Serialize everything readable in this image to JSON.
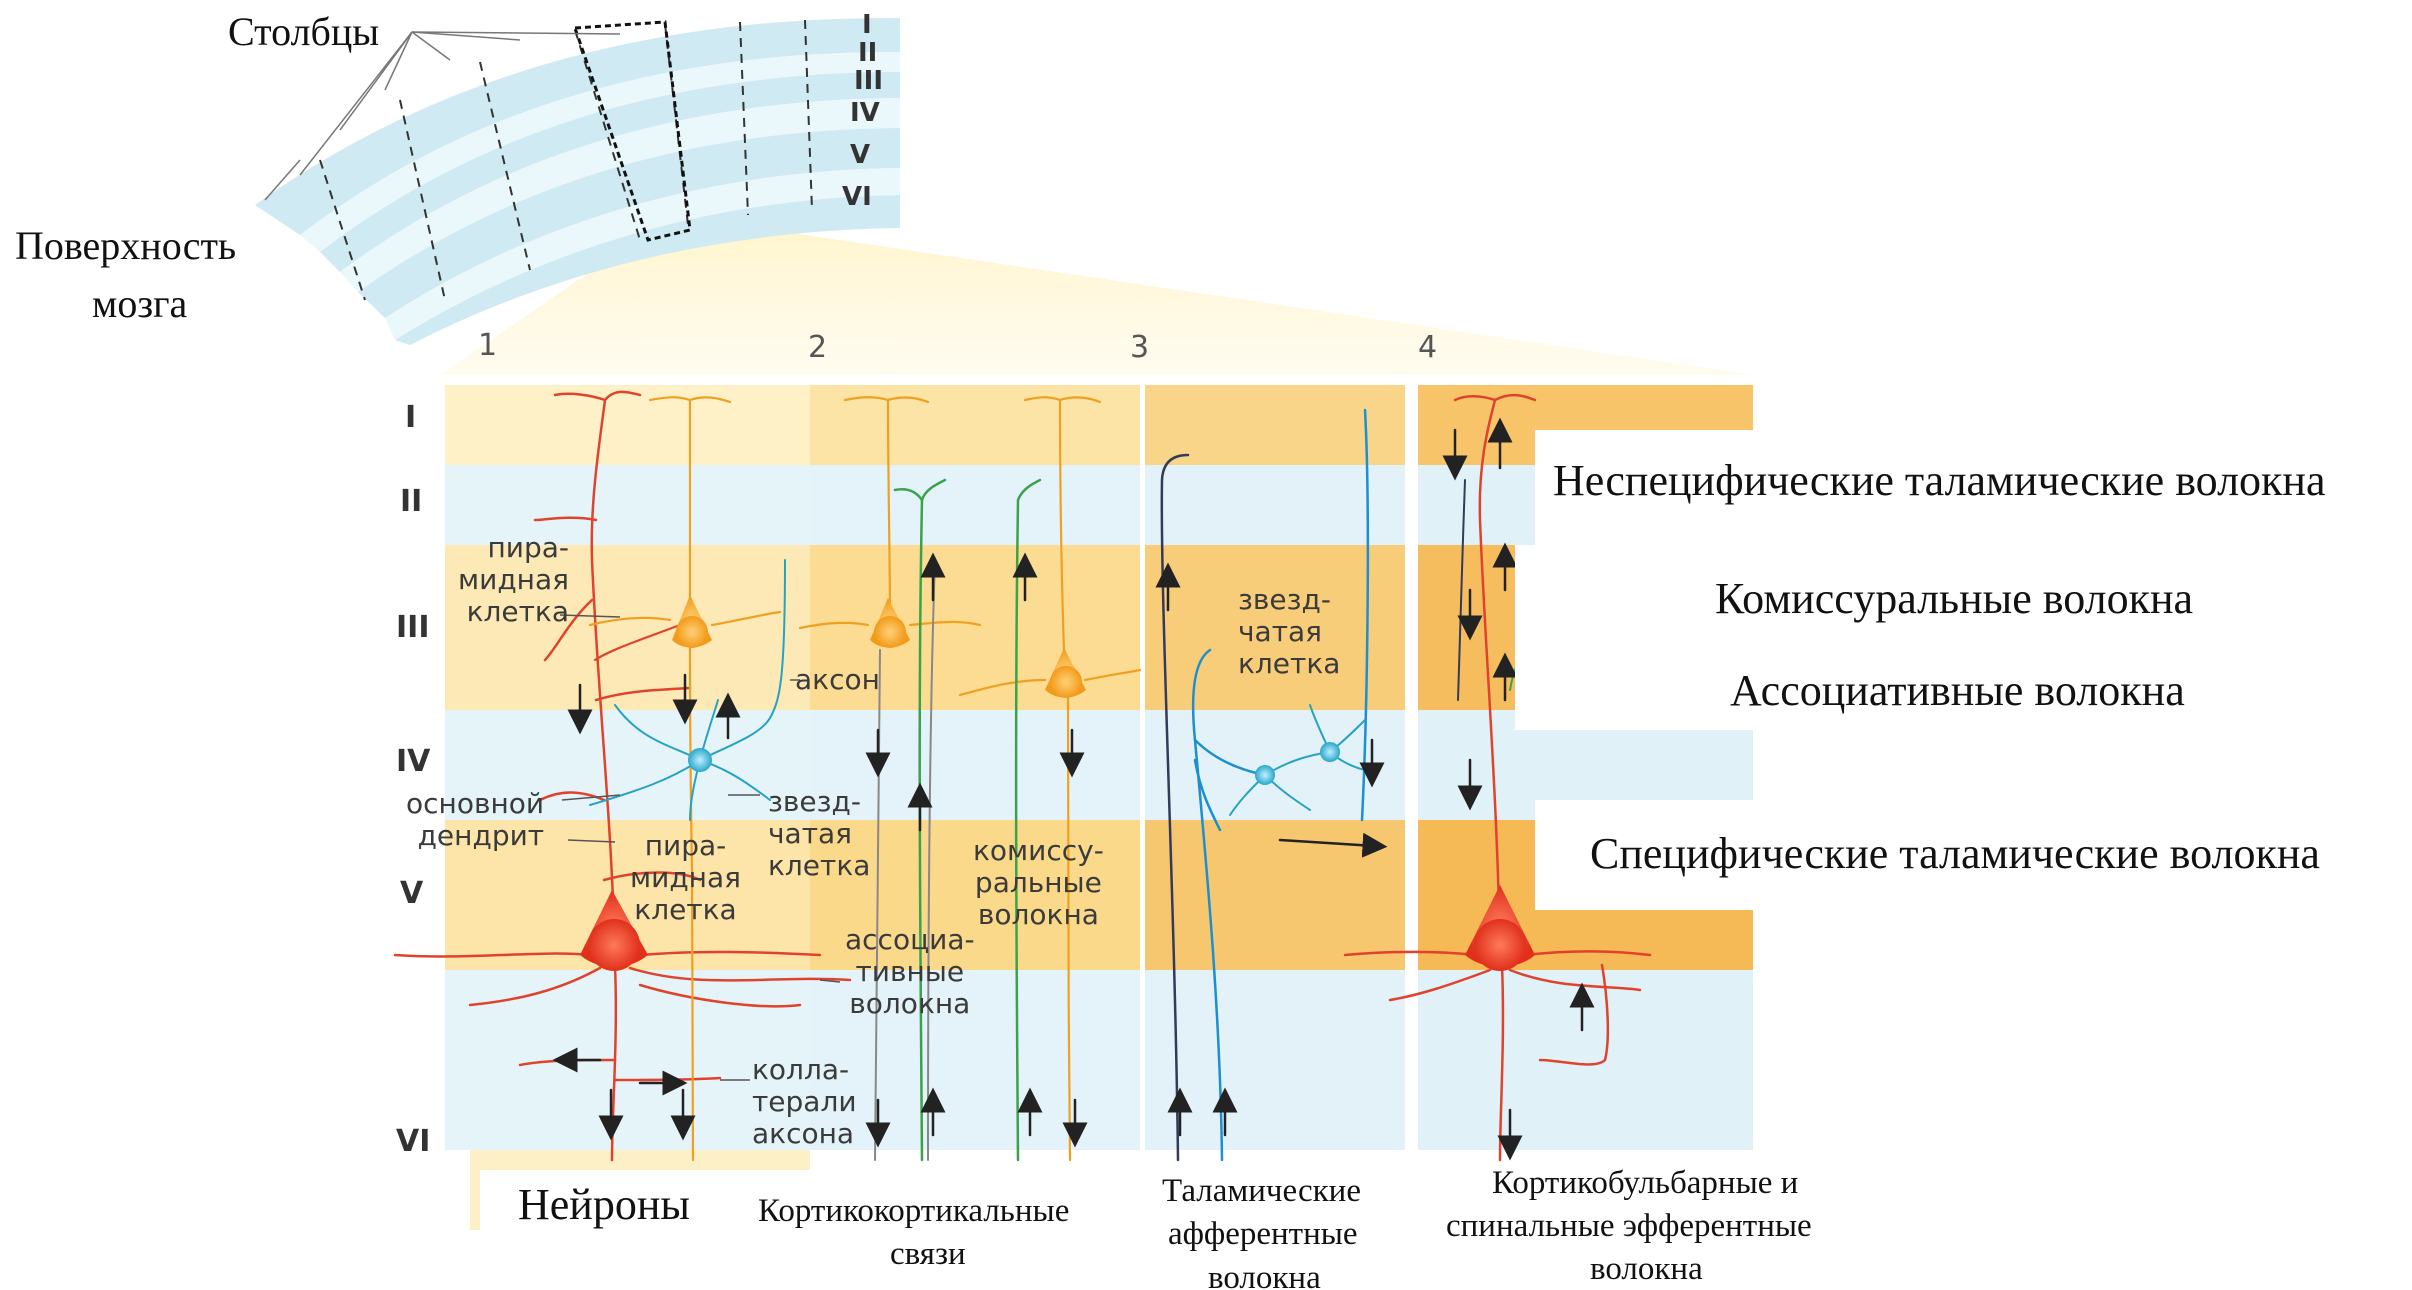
{
  "top": {
    "columns_label": "Столбцы",
    "surface_label_line1": "Поверхность",
    "surface_label_line2": "мозга",
    "layers": [
      "I",
      "II",
      "III",
      "IV",
      "V",
      "VI"
    ]
  },
  "panel_numbers": [
    "1",
    "2",
    "3",
    "4"
  ],
  "layer_labels": [
    "I",
    "II",
    "III",
    "IV",
    "V",
    "VI"
  ],
  "annotations": {
    "pyramidal_cell_1": "пира-\nмидная\nклетка",
    "axon": "аксон",
    "main_dendrite": "основной\nдендрит",
    "stellate_cell_1": "звезд-\nчатая\nклетка",
    "pyramidal_cell_2": "пира-\nмидная\nклетка",
    "commissural": "комиссу-\nральные\nволокна",
    "associative": "ассоциа-\nтивные\nволокна",
    "axon_collaterals": "колла-\nтерали\nаксона",
    "stellate_cell_2": "звезд-\nчатая\nклетка"
  },
  "right_labels": {
    "nonspecific": "Неспецифические таламические волокна",
    "commissural": "Комиссуральные волокна",
    "associative": "Ассоциативные волокна",
    "specific": "Специфические таламические волокна"
  },
  "bottom_labels": {
    "neurons": "Нейроны",
    "corticocortical_line1": "Кортикокортикальные",
    "corticocortical_line2": "связи",
    "thalamic_line1": "Таламические",
    "thalamic_line2": "афферентные",
    "thalamic_line3": "волокна",
    "efferent_line1": "Кортикобульбарные и",
    "efferent_line2": "спинальные эфферентные",
    "efferent_line3": "волокна"
  },
  "colors": {
    "layer_blue": "#d6eef5",
    "layer_yellow": "#fbe7b0",
    "layer_orange": "#f7c97a",
    "pyramidal": "#e8402a",
    "pyramidal_small": "#f5a623",
    "stellate": "#2aa7c9",
    "green_fiber": "#3aa34a",
    "blue_fiber": "#1b8fd0",
    "dark_fiber": "#333a5a"
  }
}
